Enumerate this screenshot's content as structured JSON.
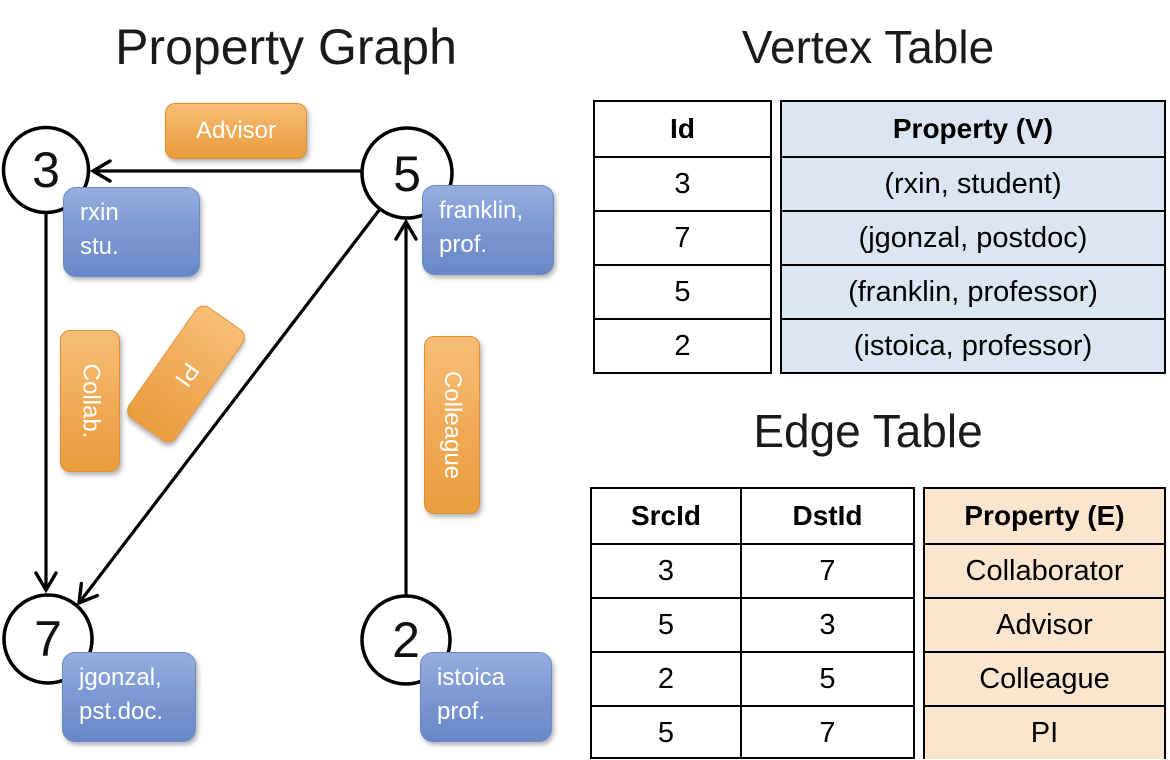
{
  "titles": {
    "graph": "Property Graph",
    "vertex": "Vertex Table",
    "edge": "Edge Table"
  },
  "graph": {
    "nodes": [
      {
        "id": "3"
      },
      {
        "id": "5"
      },
      {
        "id": "7"
      },
      {
        "id": "2"
      }
    ],
    "edge_labels": {
      "advisor": "Advisor",
      "collab": "Collab.",
      "pi": "PI",
      "colleague": "Colleague"
    },
    "node_labels": [
      {
        "line1": "rxin",
        "line2": "stu."
      },
      {
        "line1": "franklin,",
        "line2": "prof."
      },
      {
        "line1": "jgonzal,",
        "line2": "pst.doc."
      },
      {
        "line1": "istoica",
        "line2": "prof."
      }
    ]
  },
  "vertex_table": {
    "headers": {
      "id": "Id",
      "property": "Property (V)"
    },
    "rows": [
      {
        "id": "3",
        "property": "(rxin, student)"
      },
      {
        "id": "7",
        "property": "(jgonzal, postdoc)"
      },
      {
        "id": "5",
        "property": "(franklin, professor)"
      },
      {
        "id": "2",
        "property": "(istoica, professor)"
      }
    ]
  },
  "edge_table": {
    "headers": {
      "src": "SrcId",
      "dst": "DstId",
      "property": "Property (E)"
    },
    "rows": [
      {
        "src": "3",
        "dst": "7",
        "property": "Collaborator"
      },
      {
        "src": "5",
        "dst": "3",
        "property": "Advisor"
      },
      {
        "src": "2",
        "dst": "5",
        "property": "Colleague"
      },
      {
        "src": "5",
        "dst": "7",
        "property": "PI"
      }
    ]
  },
  "colors": {
    "orange_top": "#F7BE76",
    "orange_bottom": "#E99D3E",
    "orange_border": "#DE8F35",
    "blue_top": "#97AEDE",
    "blue_bottom": "#6987C8",
    "blue_border": "#6B89C6",
    "vertex_cell_bg": "#DCE6F3",
    "edge_cell_bg": "#FAE5CE",
    "line": "#000000"
  }
}
